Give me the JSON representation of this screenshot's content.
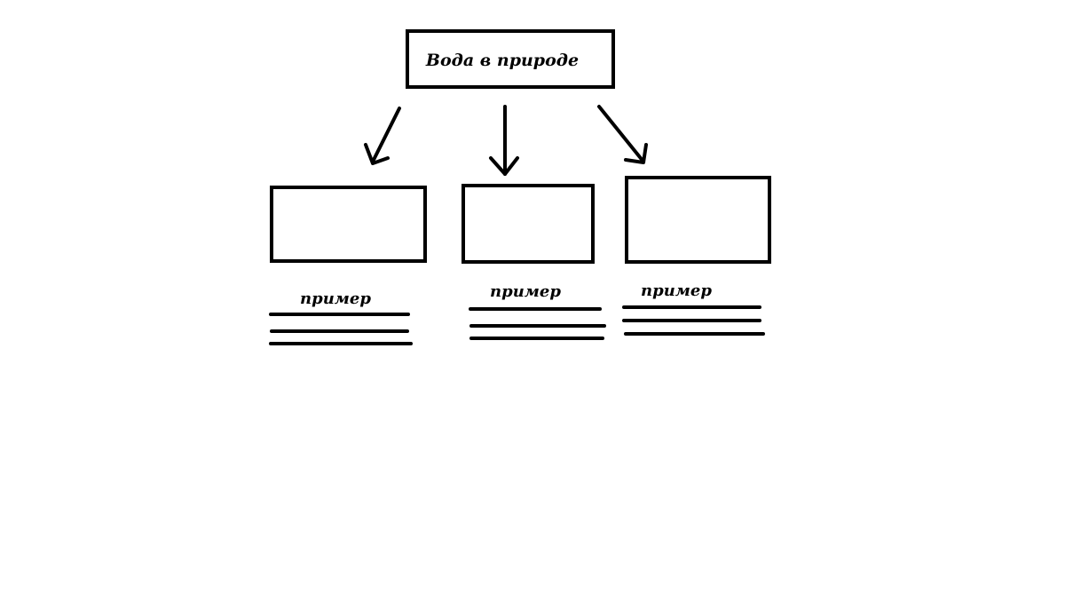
{
  "diagram": {
    "title": "Вода в природе",
    "branches": [
      {
        "example_label": "пример"
      },
      {
        "example_label": "пример"
      },
      {
        "example_label": "пример"
      }
    ]
  }
}
